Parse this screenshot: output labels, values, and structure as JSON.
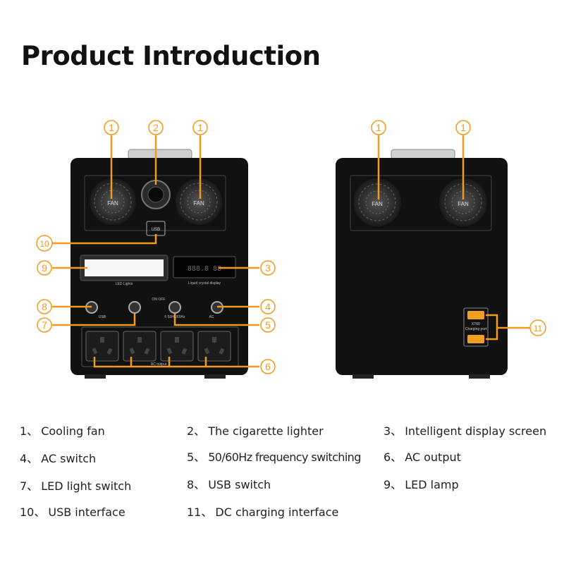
{
  "title": "Product Introduction",
  "device_text": {
    "fan": "FAN",
    "usb": "USB",
    "led_lights": "LED Lights",
    "display_caption": "Liquid crystal display",
    "on_off": "ON  OFF",
    "ac_output": "AC output",
    "freq": "F 50Hz/60Hz",
    "ac": "AC",
    "usb_sw": "USB",
    "dc_label": "XT60",
    "charging_port": "Charging port"
  },
  "callout_numbers": [
    "1",
    "2",
    "1",
    "10",
    "9",
    "3",
    "8",
    "4",
    "7",
    "5",
    "6",
    "1",
    "1",
    "11"
  ],
  "colors": {
    "accent": "#f39a1e",
    "device": "#111111"
  },
  "legend": [
    {
      "num": "1、",
      "label": "Cooling fan"
    },
    {
      "num": "2、",
      "label": "The cigarette lighter"
    },
    {
      "num": "3、",
      "label": "Intelligent display screen"
    },
    {
      "num": "4、",
      "label": "AC switch"
    },
    {
      "num": "5、",
      "label": "50/60Hz frequency switching"
    },
    {
      "num": "6、",
      "label": "AC output"
    },
    {
      "num": "7、",
      "label": "LED light switch"
    },
    {
      "num": "8、",
      "label": "USB switch"
    },
    {
      "num": "9、",
      "label": "LED lamp"
    },
    {
      "num": "10、",
      "label": "USB interface"
    },
    {
      "num": "11、",
      "label": "DC charging interface"
    }
  ]
}
